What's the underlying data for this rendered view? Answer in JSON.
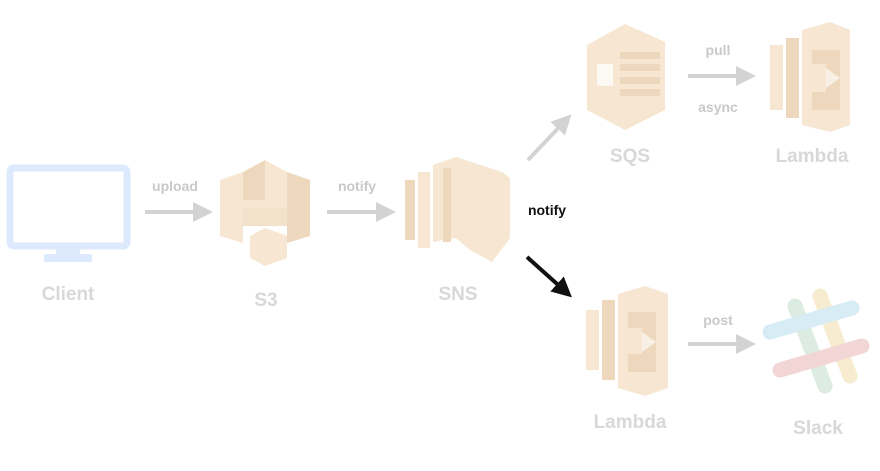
{
  "diagram": {
    "nodes": [
      {
        "id": "client",
        "label": "Client",
        "icon": "monitor-icon"
      },
      {
        "id": "s3",
        "label": "S3",
        "icon": "s3-bucket-icon"
      },
      {
        "id": "sns",
        "label": "SNS",
        "icon": "sns-icon"
      },
      {
        "id": "sqs",
        "label": "SQS",
        "icon": "sqs-icon"
      },
      {
        "id": "lambda_top",
        "label": "Lambda",
        "icon": "lambda-icon"
      },
      {
        "id": "lambda_bottom",
        "label": "Lambda",
        "icon": "lambda-icon"
      },
      {
        "id": "slack",
        "label": "Slack",
        "icon": "slack-icon"
      }
    ],
    "edges": [
      {
        "from": "client",
        "to": "s3",
        "label": "upload"
      },
      {
        "from": "s3",
        "to": "sns",
        "label": "notify"
      },
      {
        "from": "sns",
        "to": "sqs",
        "label": ""
      },
      {
        "from": "sqs",
        "to": "lambda_top",
        "label": "pull",
        "sublabel": "async"
      },
      {
        "from": "sns",
        "to": "lambda_bottom",
        "label": "notify",
        "highlighted": true
      },
      {
        "from": "lambda_bottom",
        "to": "slack",
        "label": "post"
      }
    ]
  },
  "colors": {
    "faded_icon": "#f6e6d2",
    "faded_icon_dark": "#eed8bd",
    "client_icon": "#ddeafd",
    "faded_label": "#d8d8d8",
    "faded_arrow": "#d3d3d3",
    "highlight": "#111111",
    "slack_blue": "#d8ecf6",
    "slack_green": "#dcece2",
    "slack_yellow": "#f8ecd0",
    "slack_red": "#f2d6d6"
  }
}
